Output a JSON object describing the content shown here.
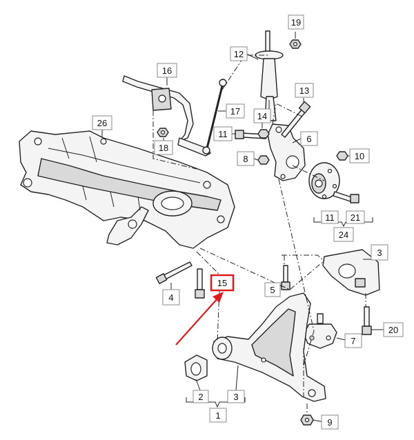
{
  "callouts": {
    "c1": "1",
    "c2": "2",
    "c3_arm": "3",
    "c3_bush": "3",
    "c4": "4",
    "c5": "5",
    "c6": "6",
    "c7": "7",
    "c8": "8",
    "c9": "9",
    "c10": "10",
    "c11_upper": "11",
    "c11_hub": "11",
    "c12": "12",
    "c13": "13",
    "c14": "14",
    "c15": "15",
    "c16": "16",
    "c17": "17",
    "c18": "18",
    "c19": "19",
    "c20": "20",
    "c21": "21",
    "c24": "24",
    "c26": "26"
  },
  "highlight": {
    "target": "15",
    "color": "#e0191c"
  }
}
